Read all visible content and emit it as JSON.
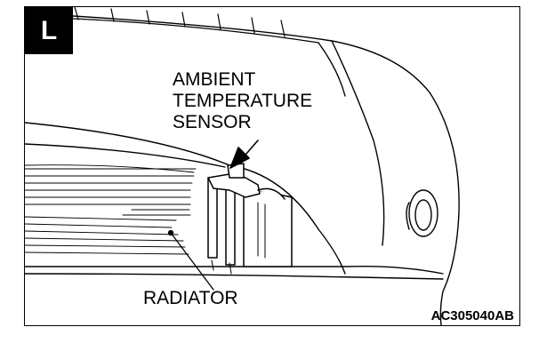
{
  "badge": "L",
  "callouts": {
    "sensor": [
      "AMBIENT",
      "TEMPERATURE",
      "SENSOR"
    ],
    "radiator": "RADIATOR"
  },
  "figure_id": "AC305040AB"
}
